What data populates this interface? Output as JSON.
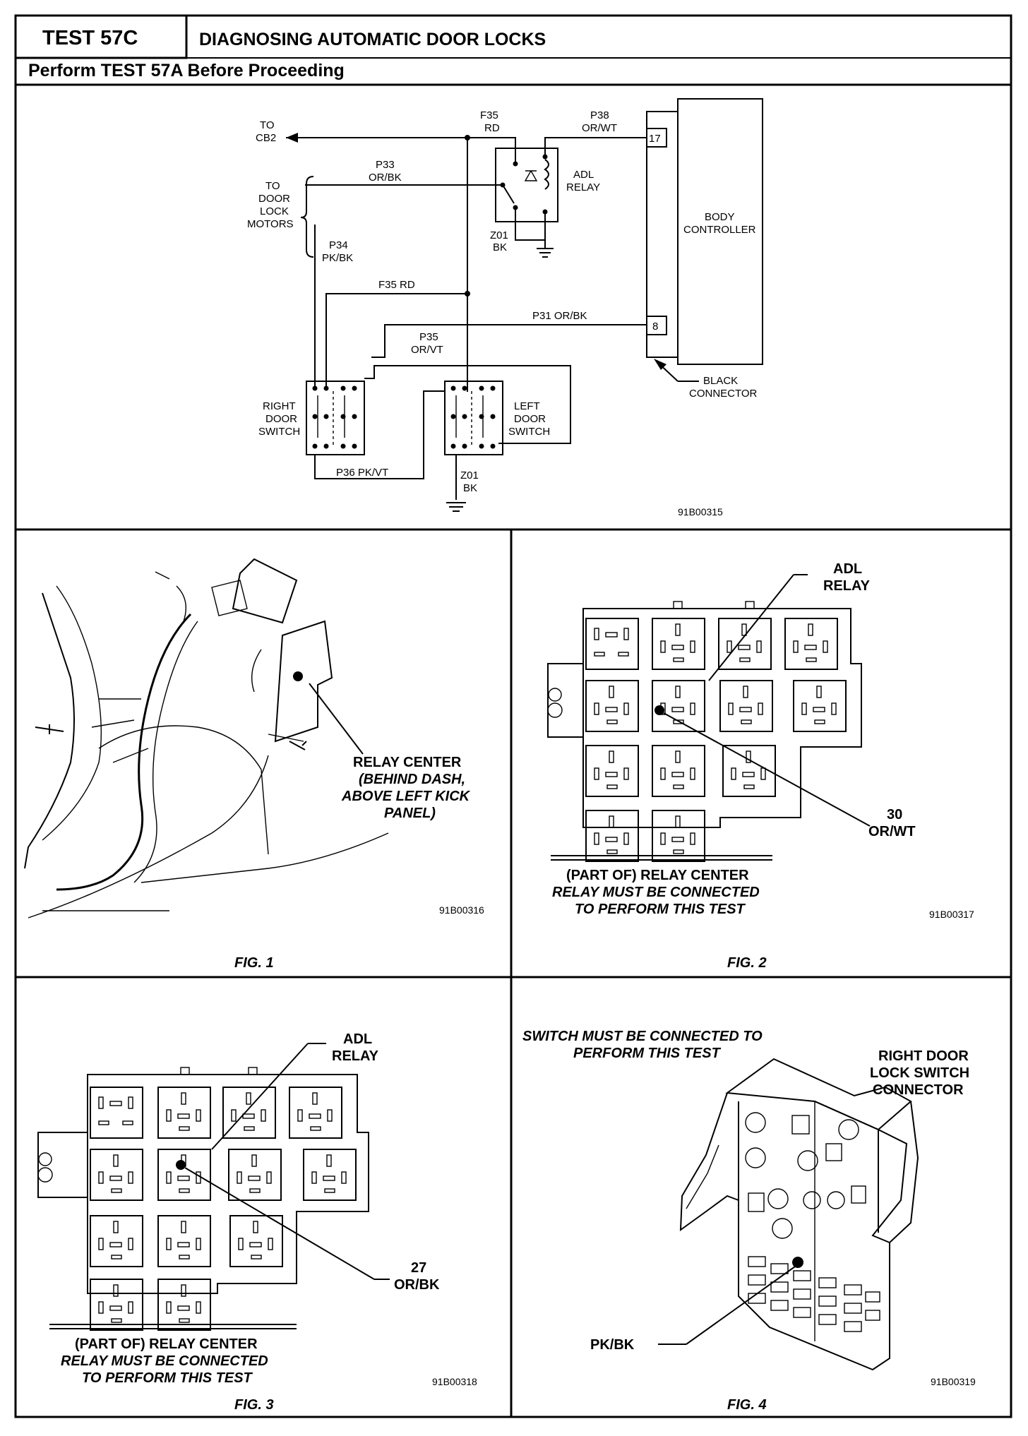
{
  "header": {
    "test_id": "TEST 57C",
    "title": "DIAGNOSING AUTOMATIC DOOR LOCKS",
    "prerequisite": "Perform TEST 57A Before Proceeding"
  },
  "schematic": {
    "to_cb2": [
      "TO",
      "CB2"
    ],
    "to_door_lock_motors": [
      "TO",
      "DOOR",
      "LOCK",
      "MOTORS"
    ],
    "f35_top": [
      "F35",
      "RD"
    ],
    "p38": [
      "P38",
      "OR/WT"
    ],
    "p33": [
      "P33",
      "OR/BK"
    ],
    "adl_relay": [
      "ADL",
      "RELAY"
    ],
    "z01_relay": [
      "Z01",
      "BK"
    ],
    "body_controller": [
      "BODY",
      "CONTROLLER"
    ],
    "pin_17": "17",
    "pin_8": "8",
    "p34": [
      "P34",
      "PK/BK"
    ],
    "f35_mid": "F35  RD",
    "p31": "P31  OR/BK",
    "p35": [
      "P35",
      "OR/VT"
    ],
    "right_door_switch": [
      "RIGHT",
      "DOOR",
      "SWITCH"
    ],
    "left_door_switch": [
      "LEFT",
      "DOOR",
      "SWITCH"
    ],
    "black_connector": [
      "BLACK",
      "CONNECTOR"
    ],
    "p36": "P36  PK/VT",
    "z01_ground": [
      "Z01",
      "BK"
    ],
    "code": "91B00315"
  },
  "fig1": {
    "callout": [
      "RELAY CENTER",
      "(BEHIND DASH,",
      "ABOVE LEFT KICK",
      "PANEL)"
    ],
    "code": "91B00316",
    "caption": "FIG. 1"
  },
  "fig2": {
    "relay_label": [
      "ADL",
      "RELAY"
    ],
    "pin_label": [
      "30",
      "OR/WT"
    ],
    "note": [
      "(PART OF) RELAY CENTER",
      "RELAY MUST BE CONNECTED",
      "TO PERFORM THIS TEST"
    ],
    "code": "91B00317",
    "caption": "FIG. 2"
  },
  "fig3": {
    "relay_label": [
      "ADL",
      "RELAY"
    ],
    "pin_label": [
      "27",
      "OR/BK"
    ],
    "note": [
      "(PART OF) RELAY CENTER",
      "RELAY MUST BE CONNECTED",
      "TO PERFORM THIS TEST"
    ],
    "code": "91B00318",
    "caption": "FIG. 3"
  },
  "fig4": {
    "note": [
      "SWITCH MUST BE CONNECTED TO",
      "PERFORM THIS TEST"
    ],
    "connector_label": [
      "RIGHT DOOR",
      "LOCK SWITCH",
      "CONNECTOR"
    ],
    "pin_label": "PK/BK",
    "code": "91B00319",
    "caption": "FIG. 4"
  }
}
